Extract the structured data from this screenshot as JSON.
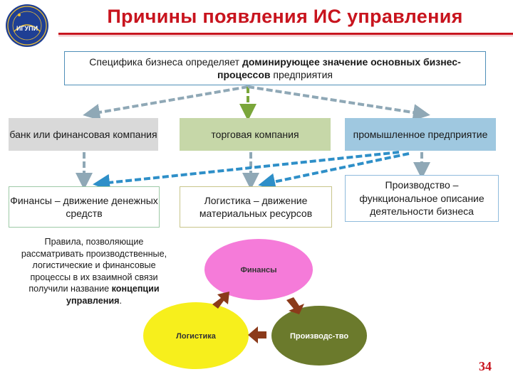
{
  "header": {
    "title": "Причины появления ИС управления",
    "logo_text": "ИГУПИ"
  },
  "top_box": {
    "part1": "Специфика бизнеса определяет ",
    "bold": "доминирующее значение основных бизнес-процессов",
    "part2": " предприятия"
  },
  "categories": {
    "bank": "банк или финансовая компания",
    "trade": "торговая компания",
    "industry": "промышленное предприятие"
  },
  "processes": {
    "finance": "Финансы – движение денежных средств",
    "logistics": "Логистика – движение материальных ресурсов",
    "production": "Производство – функциональное описание деятельности бизнеса"
  },
  "note": {
    "text": "Правила, позволяющие рассматривать производственные, логистические и финансовые процессы в их взаимной связи получили название ",
    "bold": "концепции управления",
    "end": "."
  },
  "cycle": {
    "finance": "Финансы",
    "logistics": "Логистика",
    "production": "Производс-тво"
  },
  "page_number": "34",
  "colors": {
    "title": "#c8141e",
    "arrow": "#8fa8b6",
    "arrow_blue": "#2e8fc8",
    "cat_bank": "#d9d9d9",
    "cat_trade": "#c6d7a8",
    "cat_industry": "#9fc8e0",
    "ellipse_finance": "#f57bd9",
    "ellipse_logistics": "#f7ef1c",
    "ellipse_production": "#6b7a2c",
    "cycle_arrow": "#8b3a1a"
  }
}
